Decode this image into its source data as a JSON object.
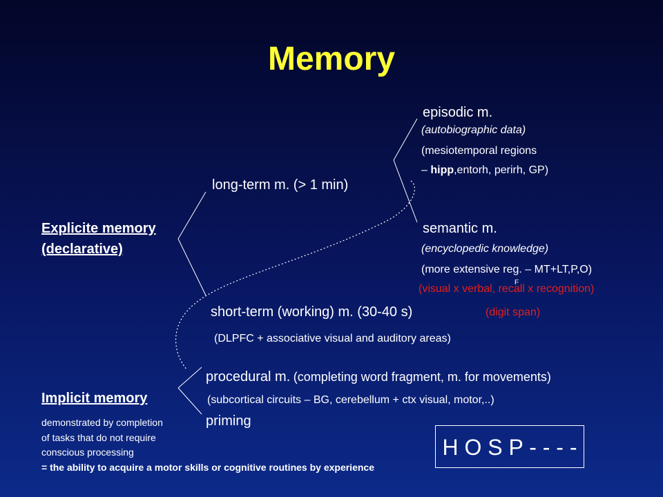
{
  "title": "Memory",
  "explicit": {
    "heading": "Explicite memory",
    "subheading": "(declarative)"
  },
  "long_term": {
    "label": "long-term m. (> 1 min)",
    "episodic": {
      "label": "episodic m.",
      "note": "(autobiographic data)",
      "regions_line1": "(mesiotemporal regions",
      "regions_dash": "– ",
      "regions_bold": "hipp",
      "regions_rest": ",entorh, perirh, GP)"
    },
    "semantic": {
      "label": "semantic m.",
      "note": "(encyclopedic knowledge)",
      "regions": "(more extensive reg. – MT+LT,P,O)",
      "tests": "(visual x verbal, recall x recognition)",
      "marker": "F"
    }
  },
  "short_term": {
    "label": "short-term (working) m. (30-40 s)",
    "test": "(digit span)",
    "regions": "(DLPFC + associative visual and auditory areas)"
  },
  "implicit": {
    "heading": "Implicit memory",
    "desc_line1": "demonstrated by completion",
    "desc_line2": "of tasks that do not require",
    "desc_line3": "conscious processing",
    "definition": "= the ability to acquire a motor skills or cognitive routines by experience",
    "procedural_label": "procedural m.",
    "procedural_note": "(completing word fragment, m. for movements)",
    "procedural_regions": "(subcortical circuits – BG, cerebellum + ctx visual, motor,..)",
    "priming": "priming"
  },
  "box": {
    "text": "H O S P - - - -"
  }
}
